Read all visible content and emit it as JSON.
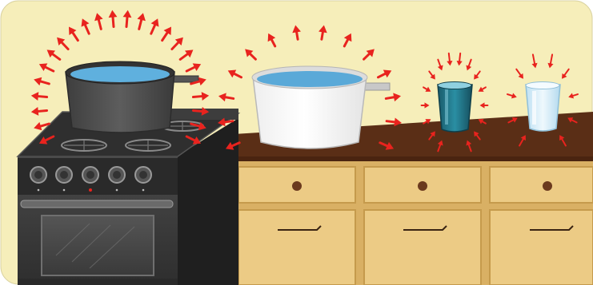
{
  "scene": {
    "colors": {
      "wall": "#f6eeba",
      "heat_arrow": "#e8231e",
      "stove_body": "#3b3b3b",
      "stove_top": "#2c2c2c",
      "countertop": "#5a2e16",
      "cabinet": "#e9c67c",
      "cabinet_border": "#c59a4c",
      "knob": "#6b3a1e",
      "hot_water": "#5fb0de",
      "warm_water": "#5aa9d8",
      "dark_glass": "#1f6f80",
      "cold_glass": "#cfe9f7",
      "cold_pot": "#ffffff",
      "hot_pot": "#4a4a4a"
    },
    "objects": [
      {
        "name": "hot-pot",
        "arrows": "outward"
      },
      {
        "name": "warm-pot",
        "arrows": "outward"
      },
      {
        "name": "dark-glass",
        "arrows": "inward"
      },
      {
        "name": "ice-glass",
        "arrows": "inward"
      }
    ]
  }
}
